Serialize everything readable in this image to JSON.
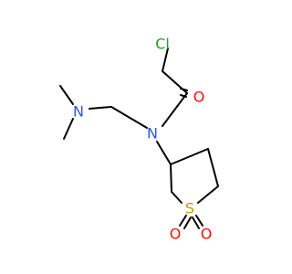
{
  "molecule": {
    "atoms": {
      "cl": {
        "label": "Cl",
        "color": "#1fa01f"
      },
      "o_carbonyl": {
        "label": "O",
        "color": "#ff0d0d"
      },
      "n_amide": {
        "label": "N",
        "color": "#3050f8"
      },
      "n_amine": {
        "label": "N",
        "color": "#3050f8"
      },
      "s": {
        "label": "S",
        "color": "#b8a000"
      },
      "o_sulfonyl_1": {
        "label": "O",
        "color": "#ff0d0d"
      },
      "o_sulfonyl_2": {
        "label": "O",
        "color": "#ff0d0d"
      }
    },
    "bond_color": "#000000"
  }
}
